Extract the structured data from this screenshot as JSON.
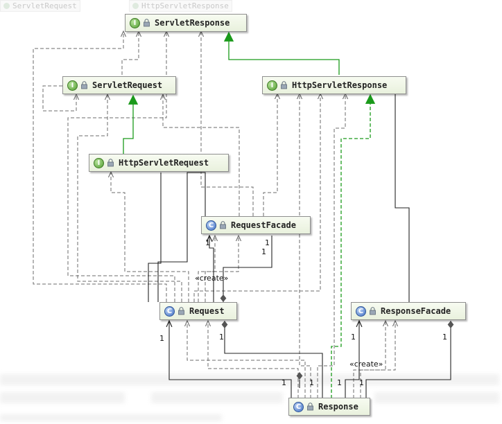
{
  "background_classes": [
    "ServletRequest",
    "HttpServletResponse"
  ],
  "nodes": {
    "servlet_response": {
      "label": "ServletResponse",
      "kind": "interface",
      "badge": "I"
    },
    "servlet_request": {
      "label": "ServletRequest",
      "kind": "interface",
      "badge": "I"
    },
    "http_servlet_response": {
      "label": "HttpServletResponse",
      "kind": "interface",
      "badge": "I"
    },
    "http_servlet_request": {
      "label": "HttpServletRequest",
      "kind": "interface",
      "badge": "I"
    },
    "request_facade": {
      "label": "RequestFacade",
      "kind": "class",
      "badge": "C"
    },
    "request": {
      "label": "Request",
      "kind": "class",
      "badge": "C"
    },
    "response_facade": {
      "label": "ResponseFacade",
      "kind": "class",
      "badge": "C"
    },
    "response": {
      "label": "Response",
      "kind": "class",
      "badge": "C"
    }
  },
  "edge_labels": {
    "create_request": "«create»",
    "create_response": "«create»",
    "mult_one": "1"
  },
  "colors": {
    "node_fill_top": "#f7fbf1",
    "node_fill_bottom": "#e9f1dd",
    "interface_badge": "#4f9b2e",
    "class_badge": "#3f6fc4",
    "inheritance_arrow": "#1a9a1a",
    "dependency_line": "#6b6b6b",
    "association_line": "#222222"
  }
}
